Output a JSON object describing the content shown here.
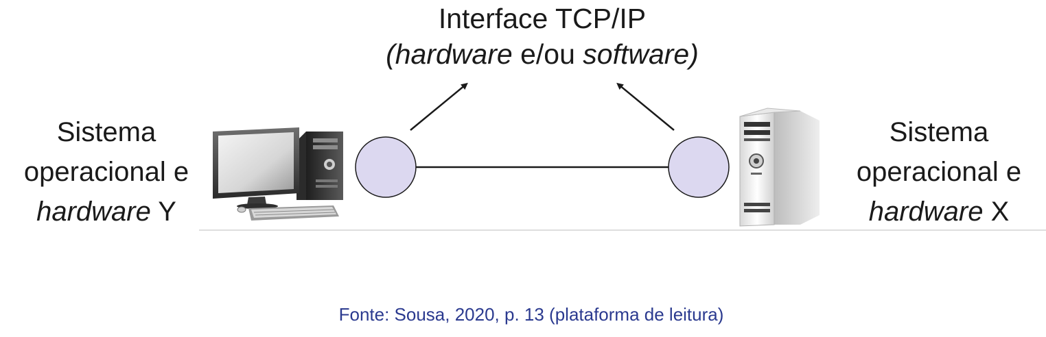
{
  "diagram": {
    "title": "Interface TCP/IP",
    "subtitle": {
      "open": "(",
      "hardware": "hardware",
      "middle": " e/ou ",
      "software": "software",
      "close": ")"
    },
    "left_label": {
      "line1": "Sistema",
      "line2": "operacional e",
      "italic": "hardware",
      "suffix": " Y"
    },
    "right_label": {
      "line1": "Sistema",
      "line2": "operacional e",
      "italic": "hardware",
      "suffix": " X"
    },
    "node_color": "#dcd8f0",
    "line_color": "#1a1a1a"
  },
  "caption": "Fonte: Sousa, 2020, p. 13 (plataforma de leitura)"
}
